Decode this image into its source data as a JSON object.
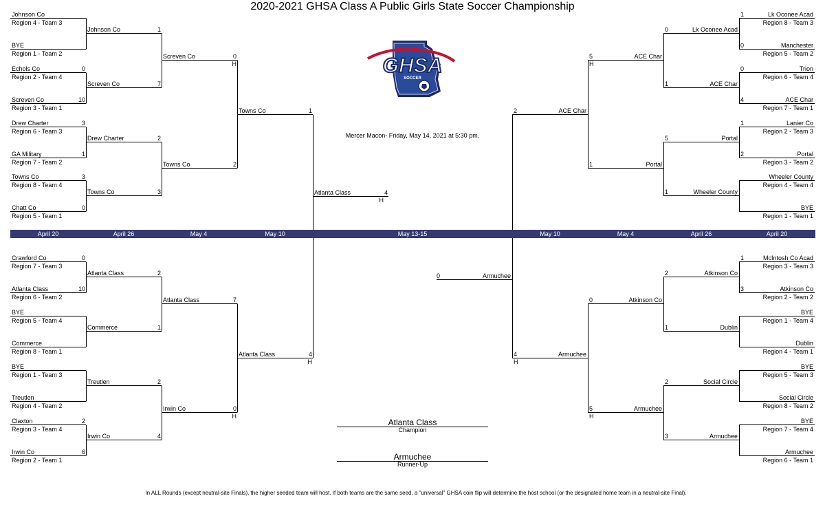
{
  "title": "2020-2021 GHSA Class A Public Girls State Soccer Championship",
  "venue": "Mercer Macon- Friday, May 14, 2021 at 5:30 pm.",
  "logo_text": "GHSA",
  "logo_sub": "SOCCER",
  "footer": "In ALL Rounds (except neutral-site Finals), the higher seeded team will host. If both teams are the same seed, a \"universal\" GHSA coin flip will determine the host school (or the designated home team in a neutral-site Final).",
  "dates": [
    "April 20",
    "April 26",
    "May 4",
    "May 10",
    "May 13-15",
    "May 10",
    "May 4",
    "April 26",
    "April 20"
  ],
  "champion": {
    "name": "Atlanta Class",
    "label": "Champion"
  },
  "runner_up": {
    "name": "Armuchee",
    "label": "Runner-Up"
  },
  "colors": {
    "band": "#353a73",
    "logo_blue": "#1b2a6b",
    "logo_red": "#c8102e"
  },
  "left": {
    "r1": [
      {
        "name": "Johnson Co",
        "seed": "Region 4 - Team 3",
        "score": ""
      },
      {
        "name": "BYE",
        "seed": "Region 1 - Team 2",
        "score": ""
      },
      {
        "name": "Echols Co",
        "seed": "Region 2 - Team 4",
        "score": "0"
      },
      {
        "name": "Screven Co",
        "seed": "Region 3 - Team 1",
        "score": "10"
      },
      {
        "name": "Drew Charter",
        "seed": "Region 6 - Team 3",
        "score": "3"
      },
      {
        "name": "GA Military",
        "seed": "Region 7 - Team 2",
        "score": "1"
      },
      {
        "name": "Towns Co",
        "seed": "Region 8 - Team 4",
        "score": "3"
      },
      {
        "name": "Chatt Co",
        "seed": "Region 5 - Team 1",
        "score": "0"
      },
      {
        "name": "Crawford Co",
        "seed": "Region 7 - Team 3",
        "score": "0"
      },
      {
        "name": "Atlanta Class",
        "seed": "Region 6 - Team 2",
        "score": "10"
      },
      {
        "name": "BYE",
        "seed": "Region 5 - Team 4",
        "score": ""
      },
      {
        "name": "Commerce",
        "seed": "Region 8 - Team 1",
        "score": ""
      },
      {
        "name": "BYE",
        "seed": "Region 1 - Team 3",
        "score": ""
      },
      {
        "name": "Treutlen",
        "seed": "Region 4 - Team 2",
        "score": ""
      },
      {
        "name": "Claxton",
        "seed": "Region 3 - Team 4",
        "score": "2"
      },
      {
        "name": "Irwin Co",
        "seed": "Region 2 - Team 1",
        "score": "6"
      }
    ],
    "r2": [
      {
        "name": "Johnson Co",
        "score": "1"
      },
      {
        "name": "Screven Co",
        "score": "7"
      },
      {
        "name": "Drew Charter",
        "score": "2"
      },
      {
        "name": "Towns Co",
        "score": "3"
      },
      {
        "name": "Atlanta Class",
        "score": "2"
      },
      {
        "name": "Commerce",
        "score": "1"
      },
      {
        "name": "Treutlen",
        "score": "2"
      },
      {
        "name": "Irwin Co",
        "score": "4"
      }
    ],
    "r3": [
      {
        "name": "Screven Co",
        "score": "0",
        "home": "H"
      },
      {
        "name": "Towns Co",
        "score": "2",
        "home": ""
      },
      {
        "name": "Atlanta Class",
        "score": "7",
        "home": ""
      },
      {
        "name": "Irwin Co",
        "score": "0",
        "home": "H"
      }
    ],
    "r4": [
      {
        "name": "Towns Co",
        "score": "1",
        "home": ""
      },
      {
        "name": "Atlanta Class",
        "score": "4",
        "home": "H"
      }
    ],
    "final": {
      "name": "Atlanta Class",
      "score": "4",
      "home": "H"
    }
  },
  "right": {
    "r1": [
      {
        "name": "Lk Oconee Acad",
        "seed": "Region 8 - Team 3",
        "score": "1"
      },
      {
        "name": "Manchester",
        "seed": "Region 5 - Team 2",
        "score": "0"
      },
      {
        "name": "Trion",
        "seed": "Region  6 - Team 4",
        "score": "0"
      },
      {
        "name": "ACE Char",
        "seed": "Region 7 - Team 1",
        "score": "4"
      },
      {
        "name": "Lanier Co",
        "seed": "Region 2 - Team 3",
        "score": "1"
      },
      {
        "name": "Portal",
        "seed": "Region 3 - Team 2",
        "score": "2"
      },
      {
        "name": "Wheeler County",
        "seed": "Region 4 - Team 4",
        "score": ""
      },
      {
        "name": "BYE",
        "seed": "Region 1 - Team 1",
        "score": ""
      },
      {
        "name": "McIntosh Co Acad",
        "seed": "Region 3 - Team 3",
        "score": "1"
      },
      {
        "name": "Atkinson Co",
        "seed": "Region 2 - Team 2",
        "score": "3"
      },
      {
        "name": "BYE",
        "seed": "Region 1 - Team 4",
        "score": ""
      },
      {
        "name": "Dublin",
        "seed": "Region 4 - Team 1",
        "score": ""
      },
      {
        "name": "BYE",
        "seed": "Region 5 - Team 3",
        "score": ""
      },
      {
        "name": "Social Circle",
        "seed": "Region 8 - Team 2",
        "score": ""
      },
      {
        "name": "BYE",
        "seed": "Region 7 - Team 4",
        "score": ""
      },
      {
        "name": "Armuchee",
        "seed": "Region 6 - Team 1",
        "score": ""
      }
    ],
    "r2": [
      {
        "name": "Lk Oconee Acad",
        "score": "0"
      },
      {
        "name": "ACE Char",
        "score": "1"
      },
      {
        "name": "Portal",
        "score": "5"
      },
      {
        "name": "Wheeler County",
        "score": "1"
      },
      {
        "name": "Atkinson Co",
        "score": "2"
      },
      {
        "name": "Dublin",
        "score": "1"
      },
      {
        "name": "Social Circle",
        "score": "2"
      },
      {
        "name": "Armuchee",
        "score": "3"
      }
    ],
    "r3": [
      {
        "name": "ACE Char",
        "score": "5",
        "home": "H"
      },
      {
        "name": "Portal",
        "score": "1",
        "home": ""
      },
      {
        "name": "Atkinson Co",
        "score": "0",
        "home": ""
      },
      {
        "name": "Armuchee",
        "score": "5",
        "home": "H"
      }
    ],
    "r4": [
      {
        "name": "ACE Char",
        "score": "2",
        "home": ""
      },
      {
        "name": "Armuchee",
        "score": "4",
        "home": "H"
      }
    ],
    "final": {
      "name": "Armuchee",
      "score": "0",
      "home": ""
    }
  }
}
